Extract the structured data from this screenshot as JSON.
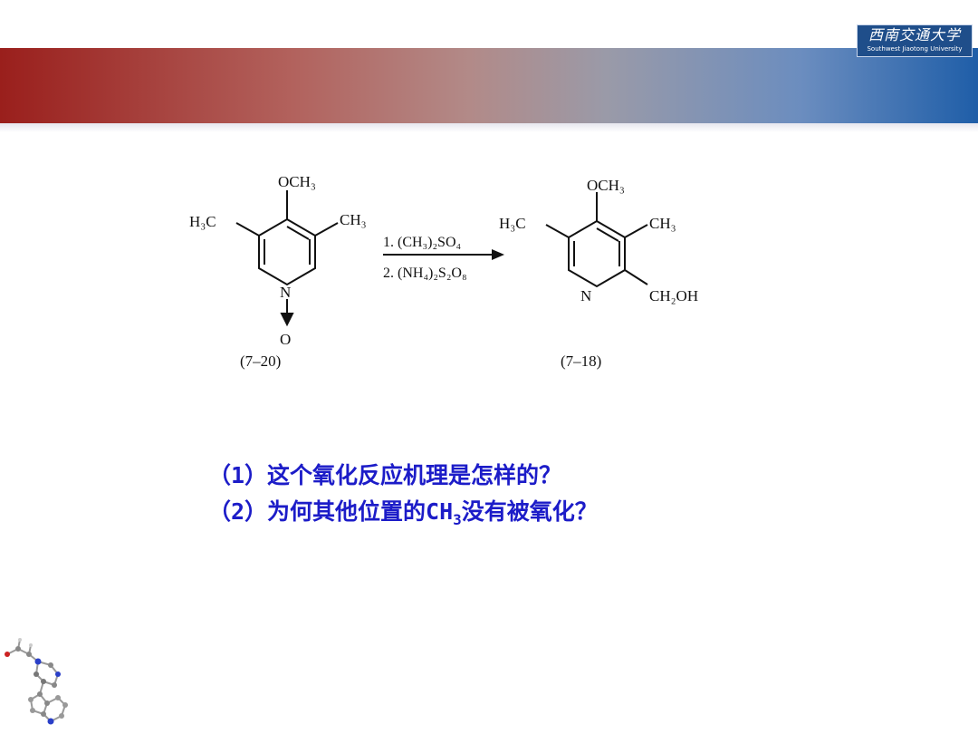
{
  "logo": {
    "cn": "西南交通大学",
    "en": "Southwest Jiaotong University"
  },
  "scheme": {
    "reactant": {
      "top": "OCH₃",
      "left": "H₃C",
      "right": "CH₃",
      "n": "N",
      "o": "O",
      "label": "(7–20)"
    },
    "conditions": {
      "step1": "1. (CH₃)₂SO₄",
      "step2": "2. (NH₄)₂S₂O₈"
    },
    "product": {
      "top": "OCH₃",
      "left": "H₃C",
      "right": "CH₃",
      "n": "N",
      "sub": "CH₂OH",
      "label": "(7–18)"
    }
  },
  "questions": {
    "q1": "（1）这个氧化反应机理是怎样的？",
    "q2_before": "（2）为何其他位置的CH",
    "q2_sub": "3",
    "q2_after": "没有被氧化？"
  }
}
